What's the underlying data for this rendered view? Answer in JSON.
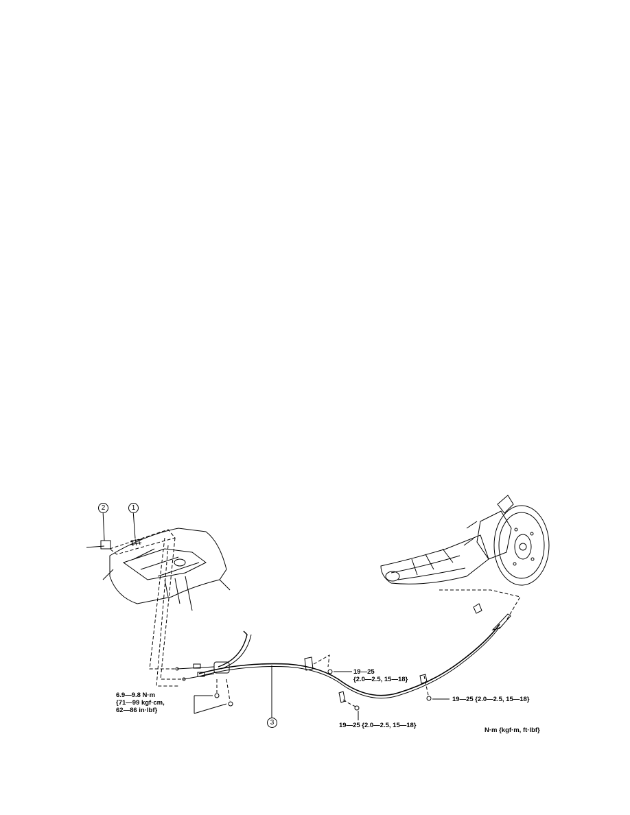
{
  "callouts": {
    "c1": "1",
    "c2": "2",
    "c3": "3"
  },
  "torque": {
    "lever_line1": "6.9—9.8 N·m",
    "lever_line2": "{71—99 kgf·cm,",
    "lever_line3": "62—86 in·lbf}",
    "mid_upper_line1": "19—25",
    "mid_upper_line2": "{2.0—2.5, 15—18}",
    "mid_lower": "19—25 {2.0—2.5, 15—18}",
    "right": "19—25 {2.0—2.5, 15—18}"
  },
  "units_note": "N·m {kgf·m, ft·lbf}"
}
